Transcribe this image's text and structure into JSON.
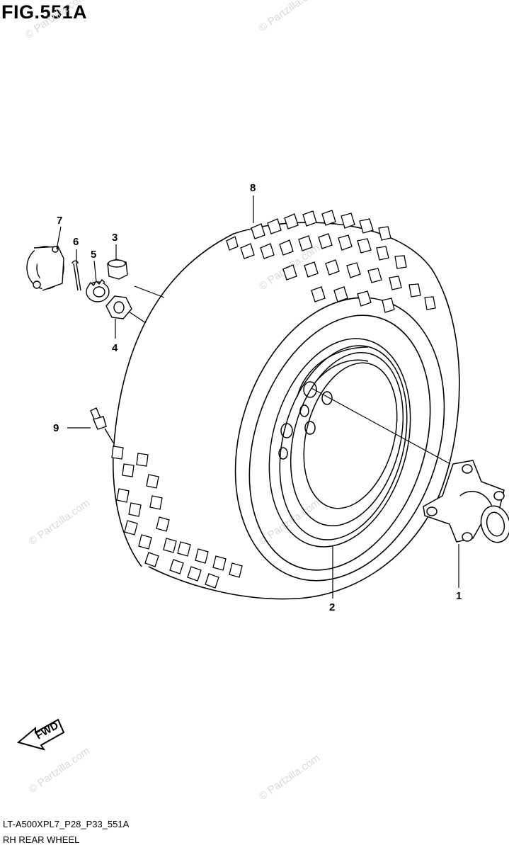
{
  "figure": {
    "title": "FIG.551A",
    "code": "LT-A500XPL7_P28_P33_551A",
    "name": "RH REAR WHEEL"
  },
  "callouts": [
    "1",
    "2",
    "3",
    "4",
    "5",
    "6",
    "7",
    "8",
    "9"
  ],
  "fwd_label": "FWD",
  "watermark": "© Partzilla.com",
  "colors": {
    "line": "#000000",
    "watermark": "#d9d9d9"
  }
}
